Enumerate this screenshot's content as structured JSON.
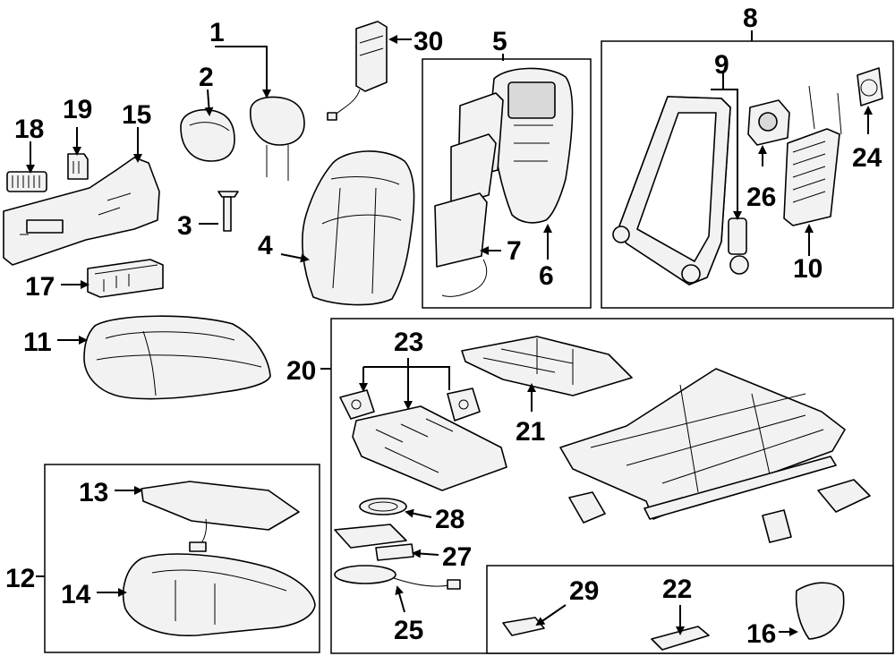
{
  "callouts": {
    "c1": "1",
    "c2": "2",
    "c3": "3",
    "c4": "4",
    "c5": "5",
    "c6": "6",
    "c7": "7",
    "c8": "8",
    "c9": "9",
    "c10": "10",
    "c11": "11",
    "c12": "12",
    "c13": "13",
    "c14": "14",
    "c15": "15",
    "c16": "16",
    "c17": "17",
    "c18": "18",
    "c19": "19",
    "c20": "20",
    "c21": "21",
    "c22": "22",
    "c23": "23",
    "c24": "24",
    "c25": "25",
    "c26": "26",
    "c27": "27",
    "c28": "28",
    "c29": "29",
    "c30": "30"
  },
  "colors": {
    "line": "#000000",
    "part_fill": "#f2f2f2",
    "background": "#ffffff"
  }
}
